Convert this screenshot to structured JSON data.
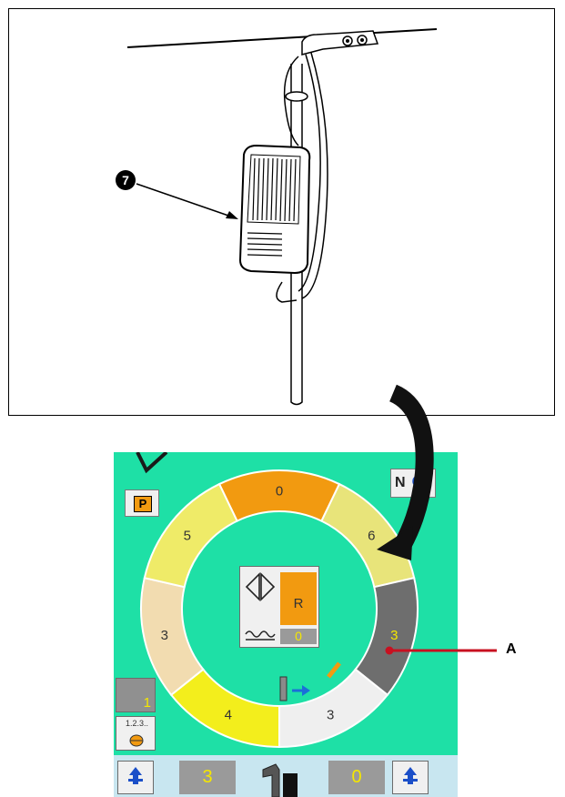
{
  "illustration": {
    "callout_number": "7"
  },
  "panel": {
    "top_left_button": {
      "label": "P"
    },
    "top_right_button": {
      "label": "N"
    },
    "ring_segments": [
      {
        "label": "0",
        "color": "#f29a10"
      },
      {
        "label": "6",
        "color": "#e8e47a"
      },
      {
        "label": "3",
        "color": "#6e6e6e"
      },
      {
        "label": "3",
        "color": "#efefef"
      },
      {
        "label": "4",
        "color": "#f3ee1c"
      },
      {
        "label": "3",
        "color": "#f2dcb0"
      },
      {
        "label": "5",
        "color": "#efeb68"
      }
    ],
    "center_button": {
      "label": "R",
      "count": "0"
    },
    "left_counter": "1",
    "sequence_button": {
      "label": "1.2.3.."
    },
    "bottom": {
      "left_value": "3",
      "right_value": "0"
    }
  },
  "annotation": {
    "label": "A"
  },
  "colors": {
    "panel_background": "#1ee0a6",
    "accent_orange": "#f29a10",
    "value_yellow": "#f5e700",
    "marker_red": "#c81020"
  }
}
